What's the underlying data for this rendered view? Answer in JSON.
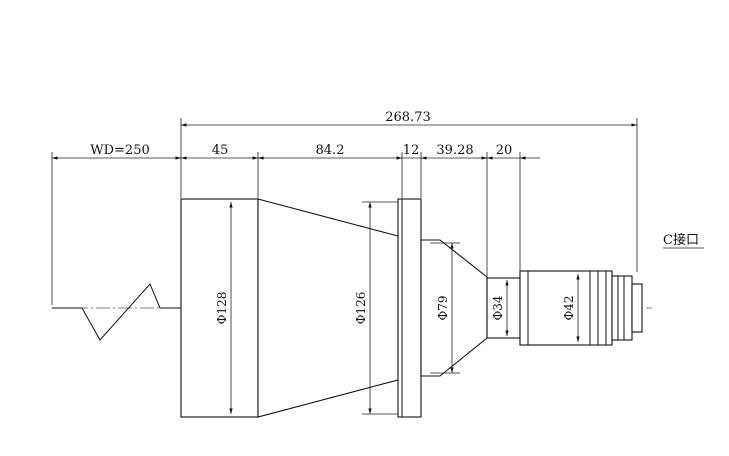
{
  "dimensions": {
    "total": "268.73",
    "working_distance": "WD=250",
    "seg1": "45",
    "seg2": "84.2",
    "seg3": "12",
    "seg4": "39.28",
    "seg5": "20"
  },
  "diameters": {
    "d1": "Φ128",
    "d2": "Φ126",
    "d3": "Φ79",
    "d4": "Φ34",
    "d5": "Φ42"
  },
  "mount_label": "C接口"
}
